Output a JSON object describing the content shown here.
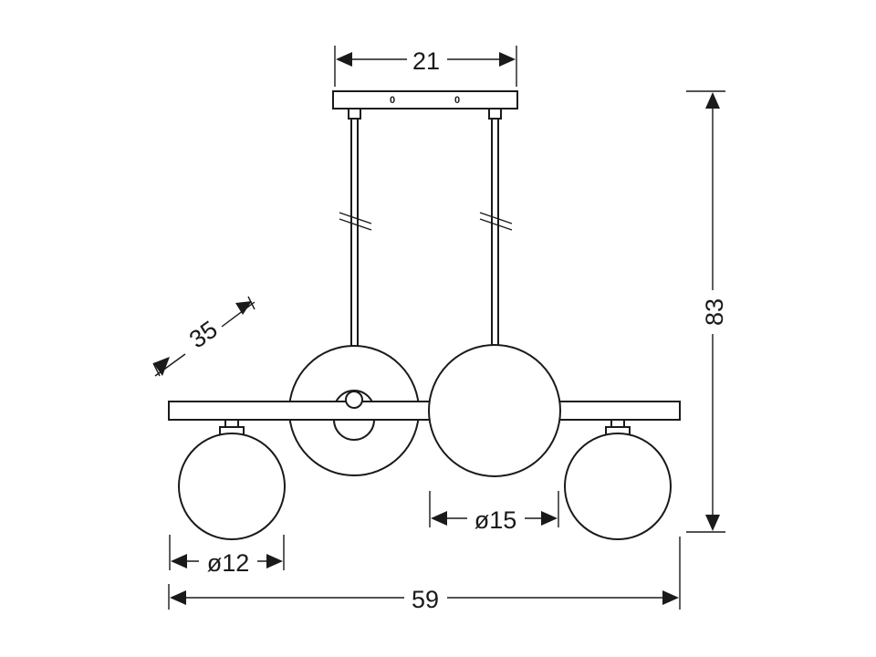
{
  "dimensions": {
    "canopy_width": "21",
    "total_height": "83",
    "depth": "35",
    "large_globe_diameter": "ø15",
    "small_globe_diameter": "ø12",
    "total_width": "59"
  },
  "canopy_marks": [
    "0",
    "0"
  ]
}
